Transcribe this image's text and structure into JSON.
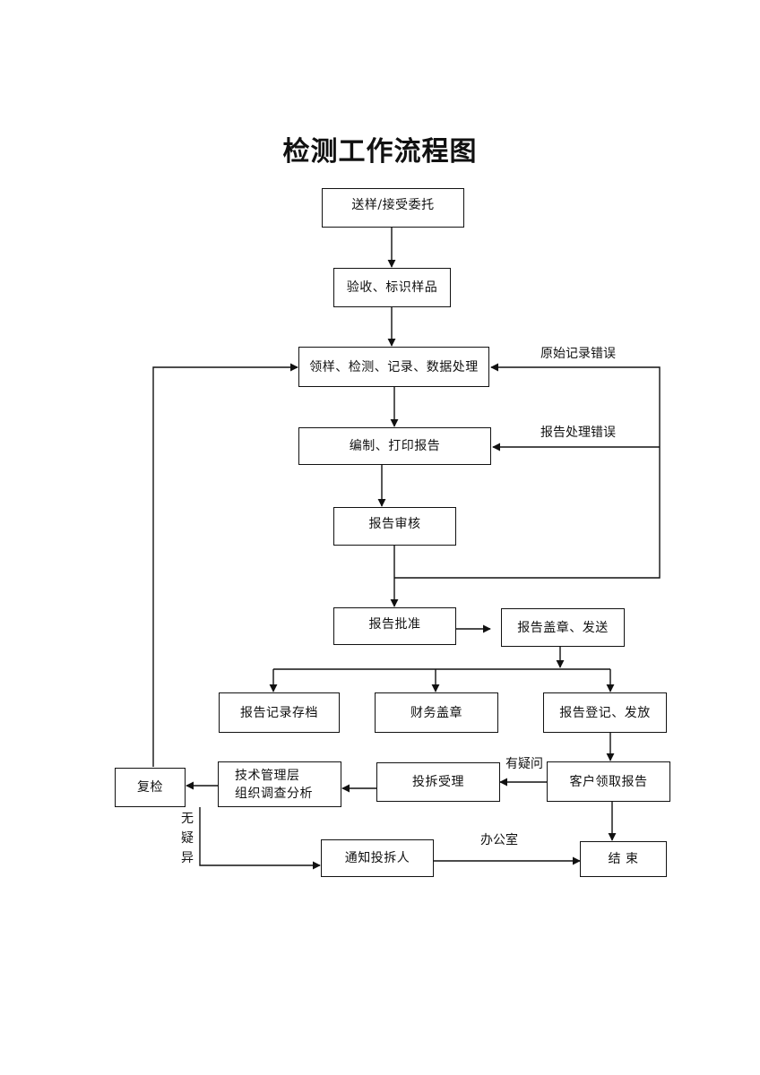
{
  "title": "检测工作流程图",
  "nodes": {
    "send_sample": "送样/接受委托",
    "acceptance": "验收、标识样品",
    "testing": "领样、检测、记录、数据处理",
    "compile_report": "编制、打印报告",
    "report_review": "报告审核",
    "report_approval": "报告批准",
    "seal_send": "报告盖章、发送",
    "archive": "报告记录存档",
    "finance_seal": "财务盖章",
    "register_issue": "报告登记、发放",
    "customer_receive": "客户领取报告",
    "complaint": "投拆受理",
    "tech_mgmt_line1": "技术管理层",
    "tech_mgmt_line2": "组织调查分析",
    "recheck": "复检",
    "notify": "通知投拆人",
    "end": "结 束"
  },
  "labels": {
    "raw_record_error": "原始记录错误",
    "report_processing_error": "报告处理错误",
    "has_question": "有疑问",
    "office": "办公室",
    "no_doubt": [
      "无",
      "疑",
      "异"
    ]
  }
}
